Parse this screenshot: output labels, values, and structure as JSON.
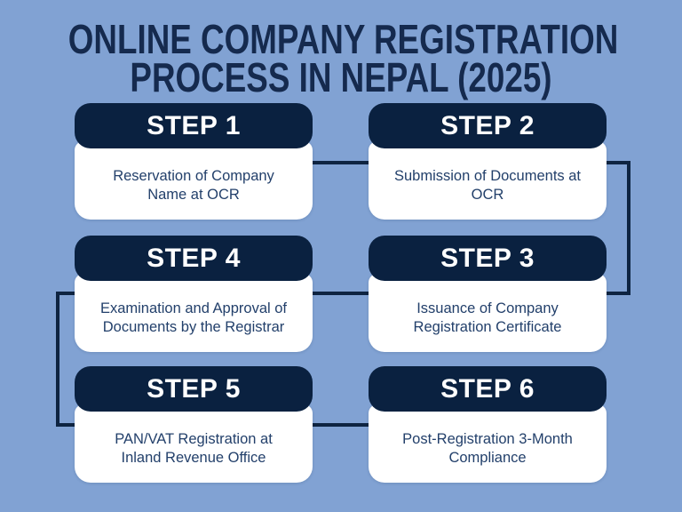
{
  "title": {
    "line1": "ONLINE COMPANY REGISTRATION",
    "line2": "PROCESS IN NEPAL (2025)"
  },
  "steps": [
    {
      "label": "STEP 1",
      "lines": [
        "Reservation of Company",
        "Name at OCR"
      ]
    },
    {
      "label": "STEP 2",
      "lines": [
        "Submission of Documents at",
        "OCR"
      ]
    },
    {
      "label": "STEP 3",
      "lines": [
        "Issuance of Company",
        "Registration Certificate"
      ]
    },
    {
      "label": "STEP 4",
      "lines": [
        "Examination and Approval of",
        "Documents by the Registrar"
      ]
    },
    {
      "label": "STEP 5",
      "lines": [
        "PAN/VAT Registration at",
        "Inland Revenue Office"
      ]
    },
    {
      "label": "STEP 6",
      "lines": [
        "Post-Registration 3-Month",
        "Compliance"
      ]
    }
  ],
  "flow_order": [
    "STEP 1",
    "STEP 2",
    "STEP 3",
    "STEP 4",
    "STEP 5",
    "STEP 6"
  ],
  "colors": {
    "background": "#81a2d3",
    "card_header": "#0a2140",
    "card_body": "#ffffff",
    "title_text": "#152a4e",
    "body_text": "#23406b",
    "header_text": "#ffffff",
    "connector": "#0e2441"
  }
}
